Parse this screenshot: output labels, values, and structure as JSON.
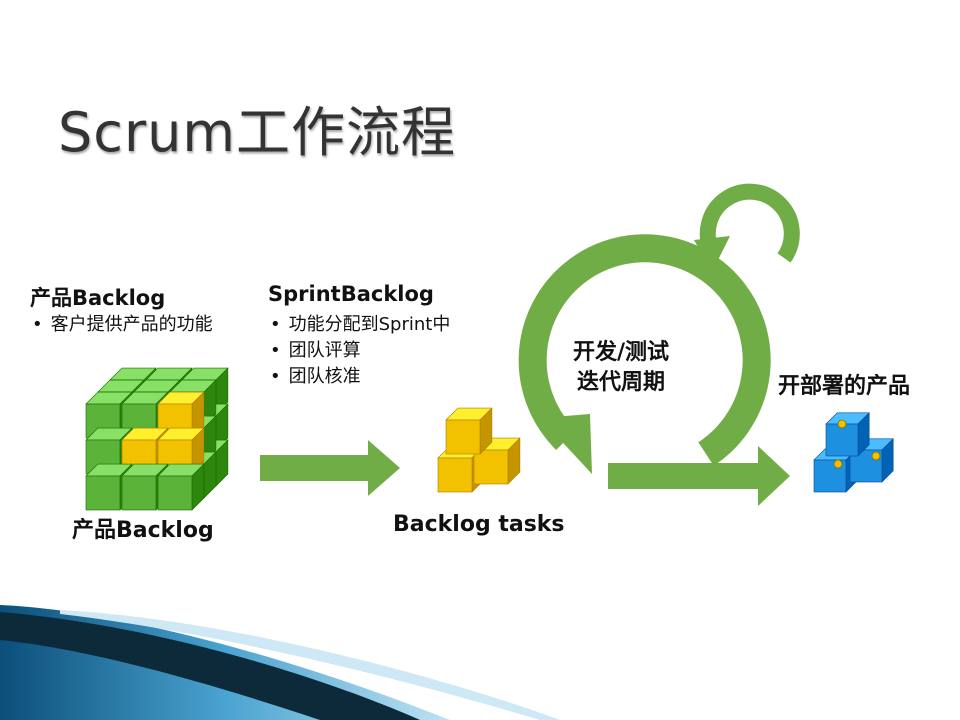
{
  "title": "Scrum工作流程",
  "product_backlog": {
    "heading": "产品Backlog",
    "bullets": [
      "客户提供产品的功能"
    ],
    "cube_label": "产品Backlog"
  },
  "sprint_backlog": {
    "heading": "SprintBacklog",
    "bullets": [
      "功能分配到Sprint中",
      "团队评算",
      "团队核准"
    ],
    "tasks_label": "Backlog tasks"
  },
  "sprint_cycle": {
    "line1": "开发/测试",
    "line2": "迭代周期"
  },
  "deployed": {
    "label": "开部署的产品"
  },
  "colors": {
    "arrow_green": "#70ad47",
    "cube_green": "#5bb33a",
    "cube_yellow": "#f2c200",
    "cube_blue": "#1e90e0",
    "swoosh_dark": "#0d2a3a",
    "swoosh_blue": "#3a8fc0"
  }
}
